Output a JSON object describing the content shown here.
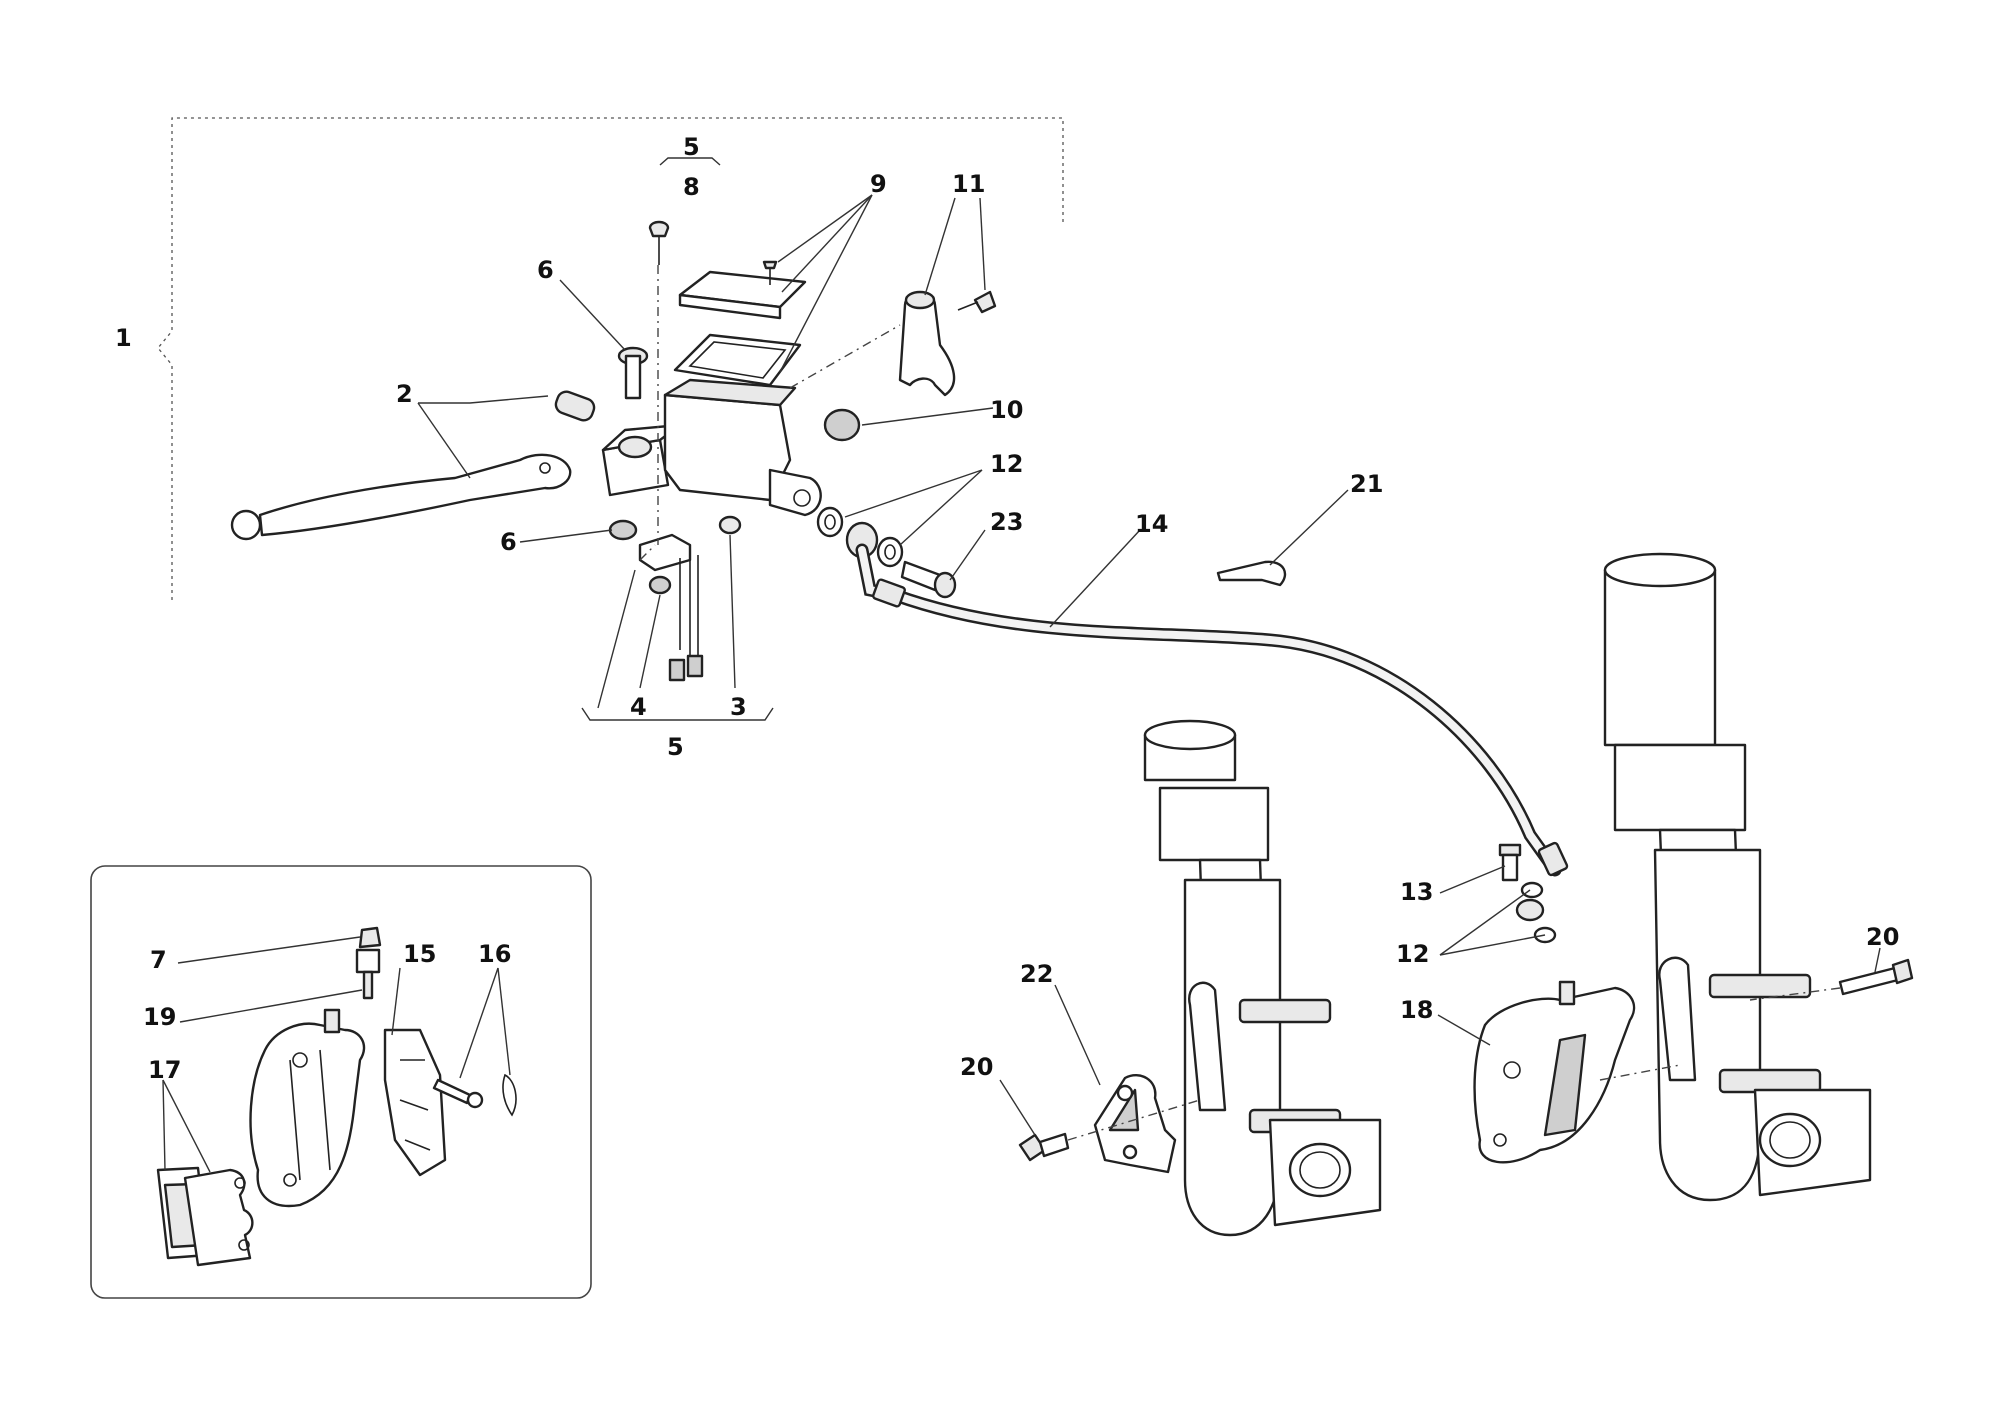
{
  "callouts": {
    "c1": "1",
    "c2": "2",
    "c3": "3",
    "c4": "4",
    "c5_top": "5",
    "c5_bottom": "5",
    "c6_top": "6",
    "c6_bottom": "6",
    "c7": "7",
    "c8": "8",
    "c9": "9",
    "c10": "10",
    "c11": "11",
    "c12_top": "12",
    "c12_bottom": "12",
    "c13": "13",
    "c14": "14",
    "c15": "15",
    "c16": "16",
    "c17": "17",
    "c18": "18",
    "c19": "19",
    "c20_left": "20",
    "c20_right": "20",
    "c21": "21",
    "c22": "22",
    "c23": "23"
  }
}
